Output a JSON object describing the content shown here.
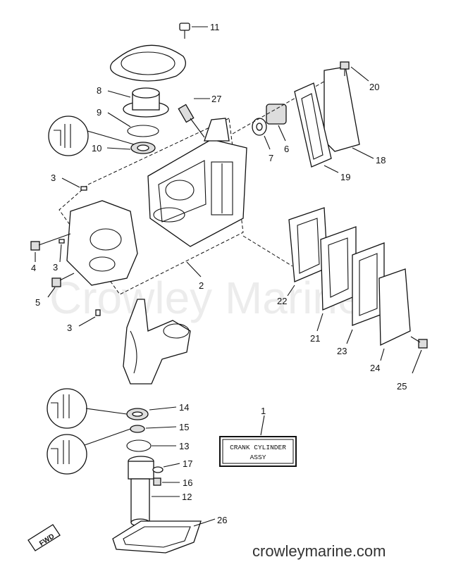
{
  "callouts": {
    "c1": "1",
    "c2": "2",
    "c3a": "3",
    "c3b": "3",
    "c3c": "3",
    "c4": "4",
    "c5": "5",
    "c6": "6",
    "c7": "7",
    "c8": "8",
    "c9": "9",
    "c10": "10",
    "c11": "11",
    "c12": "12",
    "c13": "13",
    "c14": "14",
    "c15": "15",
    "c16": "16",
    "c17": "17",
    "c18": "18",
    "c19": "19",
    "c20": "20",
    "c21": "21",
    "c22": "22",
    "c23": "23",
    "c24": "24",
    "c25": "25",
    "c26": "26",
    "c27": "27"
  },
  "assembly_box": {
    "line1": "CRANK CYLINDER",
    "line2": "ASSY"
  },
  "fwd_tag": "FWD",
  "watermark": "Crowley Marine",
  "site": "crowleymarine.com"
}
